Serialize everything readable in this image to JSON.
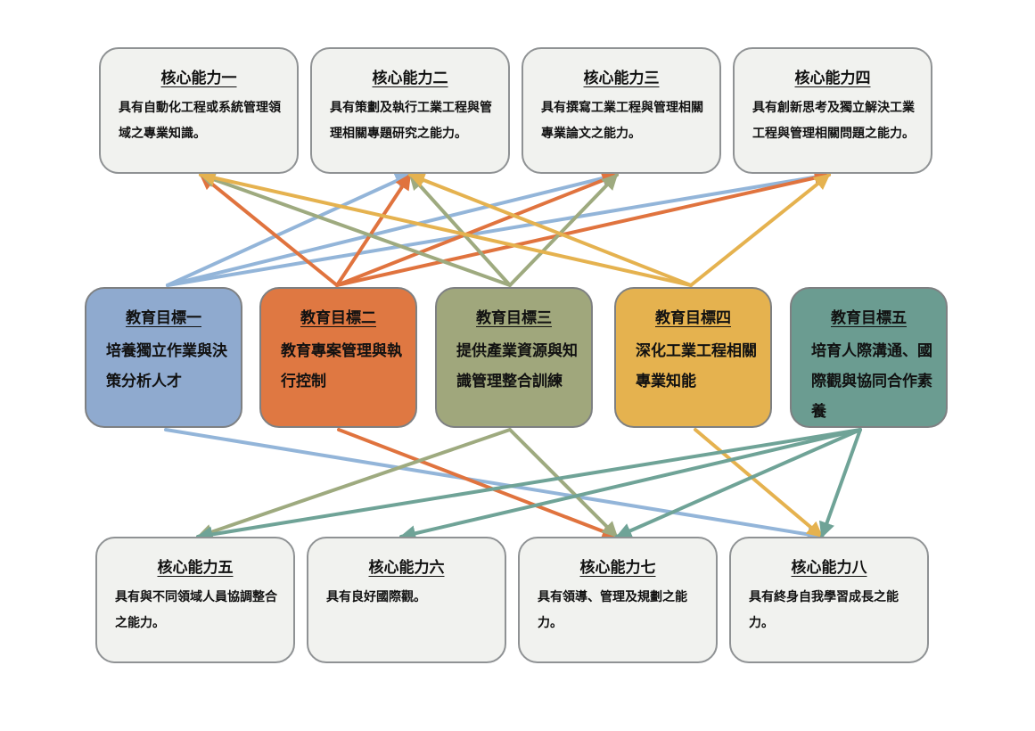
{
  "diagram": {
    "core_abilities": [
      {
        "title": "核心能力一",
        "desc": "具有自動化工程或系統管理領域之專業知識。"
      },
      {
        "title": "核心能力二",
        "desc": "具有策劃及執行工業工程與管理相關專題研究之能力。"
      },
      {
        "title": "核心能力三",
        "desc": "具有撰寫工業工程與管理相關專業論文之能力。"
      },
      {
        "title": "核心能力四",
        "desc": "具有創新思考及獨立解決工業工程與管理相關問題之能力。"
      },
      {
        "title": "核心能力五",
        "desc": "具有與不同領域人員協調整合之能力。"
      },
      {
        "title": "核心能力六",
        "desc": "具有良好國際觀。"
      },
      {
        "title": "核心能力七",
        "desc": "具有領導、管理及規劃之能力。"
      },
      {
        "title": "核心能力八",
        "desc": "具有終身自我學習成長之能力。"
      }
    ],
    "goals": [
      {
        "title": "教育目標一",
        "desc": "培養獨立作業與決策分析人才",
        "color": "#8faacf"
      },
      {
        "title": "教育目標二",
        "desc": "教育專案管理與執行控制",
        "color": "#df7842"
      },
      {
        "title": "教育目標三",
        "desc": "提供產業資源與知識管理整合訓練",
        "color": "#a0a77c"
      },
      {
        "title": "教育目標四",
        "desc": "深化工業工程相關專業知能",
        "color": "#e5b24f"
      },
      {
        "title": "教育目標五",
        "desc": "培育人際溝通、國際觀與協同合作素養",
        "color": "#6b9c91"
      }
    ],
    "arrow_colors": [
      "#93b5d9",
      "#e0733e",
      "#9eaa7f",
      "#e5b24f",
      "#6fa397"
    ],
    "links": [
      {
        "goal": 0,
        "cores": [
          2,
          3,
          4,
          8
        ]
      },
      {
        "goal": 1,
        "cores": [
          1,
          2,
          3,
          4,
          7
        ]
      },
      {
        "goal": 2,
        "cores": [
          1,
          2,
          3,
          5,
          7
        ]
      },
      {
        "goal": 3,
        "cores": [
          1,
          2,
          4,
          8
        ]
      },
      {
        "goal": 4,
        "cores": [
          5,
          6,
          7,
          8
        ]
      }
    ]
  }
}
